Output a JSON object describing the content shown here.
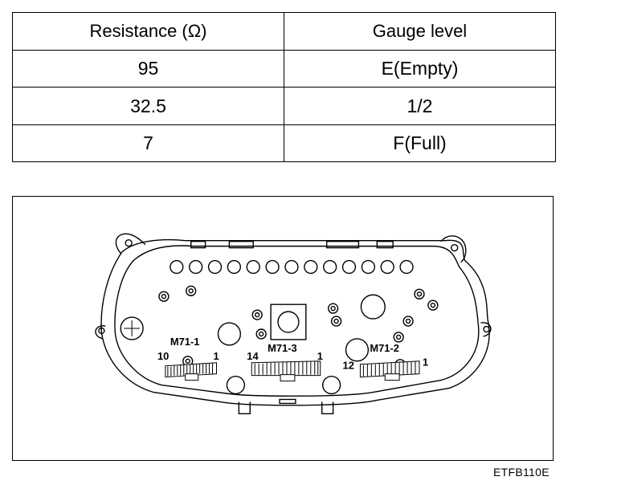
{
  "table": {
    "headers": [
      "Resistance (Ω)",
      "Gauge level"
    ],
    "rows": [
      [
        "95",
        "E(Empty)"
      ],
      [
        "32.5",
        "1/2"
      ],
      [
        "7",
        "F(Full)"
      ]
    ]
  },
  "diagram": {
    "connectors": [
      {
        "name": "M71-1",
        "pin_start": "10",
        "pin_end": "1"
      },
      {
        "name": "M71-3",
        "pin_start": "14",
        "pin_end": "1"
      },
      {
        "name": "M71-2",
        "pin_start": "12",
        "pin_end": "1"
      }
    ]
  },
  "figure_code": "ETFB110E"
}
